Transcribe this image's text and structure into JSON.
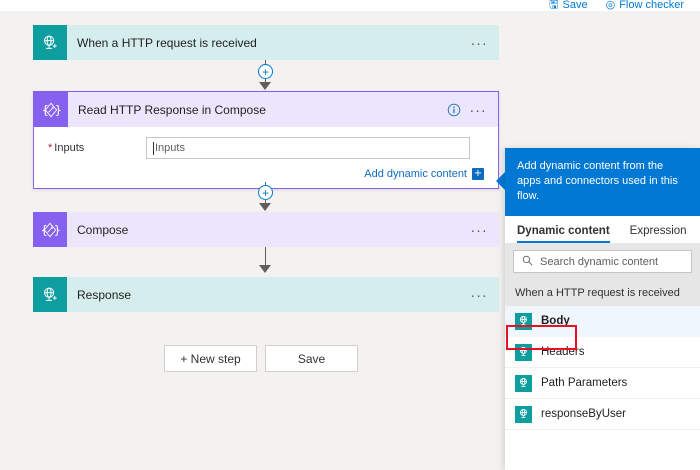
{
  "commandbar": {
    "items": [
      {
        "label": "Save",
        "icon": "save-icon"
      },
      {
        "label": "Flow checker",
        "icon": "flow-checker-icon"
      }
    ]
  },
  "colors": {
    "teal_accent": "#0f9ea0",
    "teal_body": "#d5eded",
    "purple_accent": "#8661f0",
    "purple_body": "#ece6fd",
    "blue_primary": "#0078d4",
    "link_blue": "#0f6cbd",
    "highlight_red": "#e81123",
    "required_red": "#a4262c",
    "canvas": "#f3f2f1"
  },
  "flow": {
    "trigger": {
      "title": "When a HTTP request is received",
      "icon": "http-request-icon",
      "menu": "..."
    },
    "compose_open": {
      "title": "Read HTTP Response in Compose",
      "icon": "compose-icon",
      "info": "i",
      "menu": "...",
      "field": {
        "required_marker": "*",
        "label": "Inputs",
        "placeholder": "Inputs",
        "value": ""
      },
      "dynamic_link": {
        "label": "Add dynamic content",
        "badge": "+"
      }
    },
    "compose": {
      "title": "Compose",
      "icon": "compose-icon",
      "menu": "..."
    },
    "response": {
      "title": "Response",
      "icon": "response-icon",
      "menu": "..."
    },
    "connector": {
      "plus": "+"
    }
  },
  "buttons": {
    "new_step": "+ New step",
    "save": "Save"
  },
  "flyout": {
    "banner": "Add dynamic content from the apps and connectors used in this flow.",
    "tabs": [
      {
        "label": "Dynamic content",
        "active": true
      },
      {
        "label": "Expression",
        "active": false
      }
    ],
    "search": {
      "placeholder": "Search dynamic content",
      "value": "",
      "icon": "search-icon"
    },
    "group_label": "When a HTTP request is received",
    "items": [
      {
        "label": "Body",
        "icon": "http-request-icon",
        "selected": true
      },
      {
        "label": "Headers",
        "icon": "http-request-icon",
        "selected": false
      },
      {
        "label": "Path Parameters",
        "icon": "http-request-icon",
        "selected": false
      },
      {
        "label": "responseByUser",
        "icon": "http-request-icon",
        "selected": false
      }
    ]
  }
}
